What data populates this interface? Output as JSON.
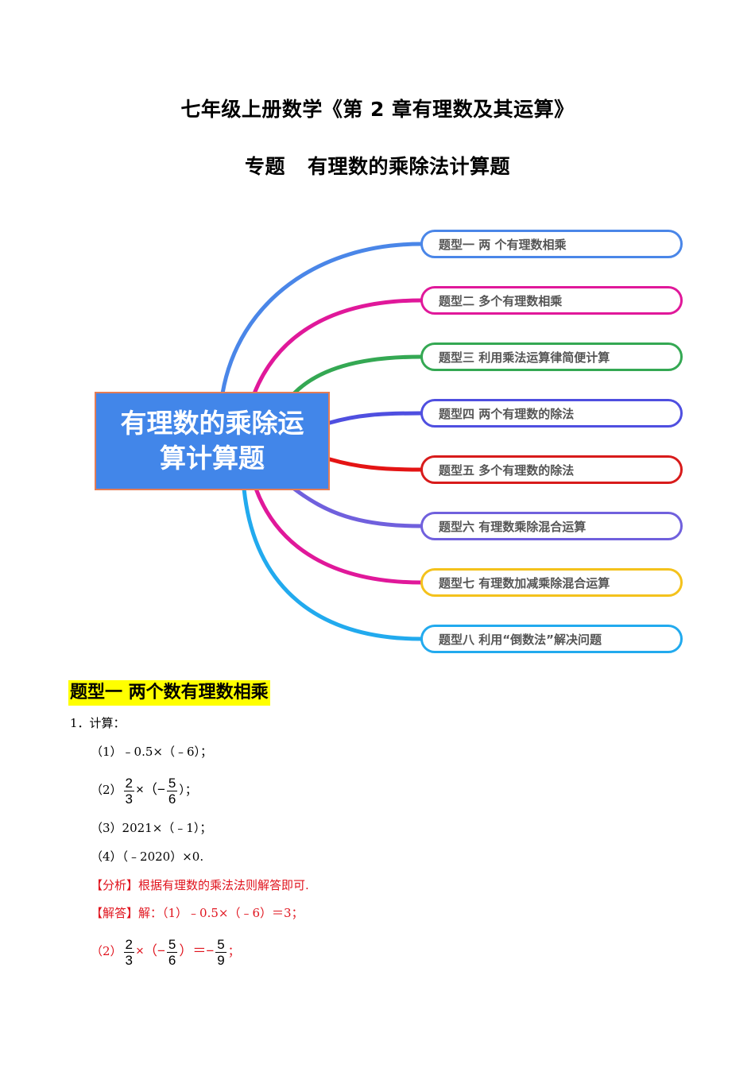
{
  "header": {
    "title": "七年级上册数学《第 2 章有理数及其运算》",
    "subtitle_prefix": "专题",
    "subtitle_main": "有理数的乘除法计算题"
  },
  "mindmap": {
    "center": {
      "line1": "有理数的乘除运",
      "line2": "算计算题",
      "fill": "#4286e9",
      "border": "#e47c54"
    },
    "nodes": [
      {
        "label": "题型一 两 个有理数相乘",
        "color": "#4a86e8",
        "branch_color": "#4a86e8"
      },
      {
        "label": "题型二 多个有理数相乘",
        "color": "#e0189a",
        "branch_color": "#e0189a"
      },
      {
        "label": "题型三  利用乘法运算律简便计算",
        "color": "#34a853",
        "branch_color": "#34a853"
      },
      {
        "label": "题型四  两个有理数的除法",
        "color": "#4f4fe0",
        "branch_color": "#4f4fe0"
      },
      {
        "label": "题型五 多个有理数的除法",
        "color": "#d81b1b",
        "branch_color": "#e41414"
      },
      {
        "label": "题型六 有理数乘除混合运算",
        "color": "#7060dd",
        "branch_color": "#7060dd"
      },
      {
        "label": "题型七 有理数加减乘除混合运算",
        "color": "#f4c21c",
        "branch_color": "#e0189a"
      },
      {
        "label": "题型八  利用“倒数法”解决问题",
        "color": "#22aaee",
        "branch_color": "#22aaee"
      }
    ]
  },
  "section": {
    "heading": "题型一  两个数有理数相乘",
    "highlight_color": "#ffff00",
    "problem": {
      "number": "1．",
      "prompt": "计算：",
      "items": [
        {
          "label": "（1）",
          "text": "﹣0.5×（﹣6）；"
        },
        {
          "label": "（2）",
          "frac1_num": "2",
          "frac1_den": "3",
          "op": "×（−",
          "frac2_num": "5",
          "frac2_den": "6",
          "tail": "）；"
        },
        {
          "label": "（3）",
          "text": "2021×（﹣1）；"
        },
        {
          "label": "（4）",
          "text": "（﹣2020）×0."
        }
      ]
    },
    "analysis": {
      "tag": "【分析】",
      "text": "根据有理数的乘法法则解答即可."
    },
    "answer": {
      "tag": "【解答】",
      "intro": "解：（1）﹣0.5×（﹣6）＝3；",
      "item2": {
        "label": "（2）",
        "frac1_num": "2",
        "frac1_den": "3",
        "op": "×（−",
        "frac2_num": "5",
        "frac2_den": "6",
        "eq": "）＝−",
        "frac3_num": "5",
        "frac3_den": "9",
        "tail": "；"
      }
    },
    "accent_red": "#e0141e"
  }
}
